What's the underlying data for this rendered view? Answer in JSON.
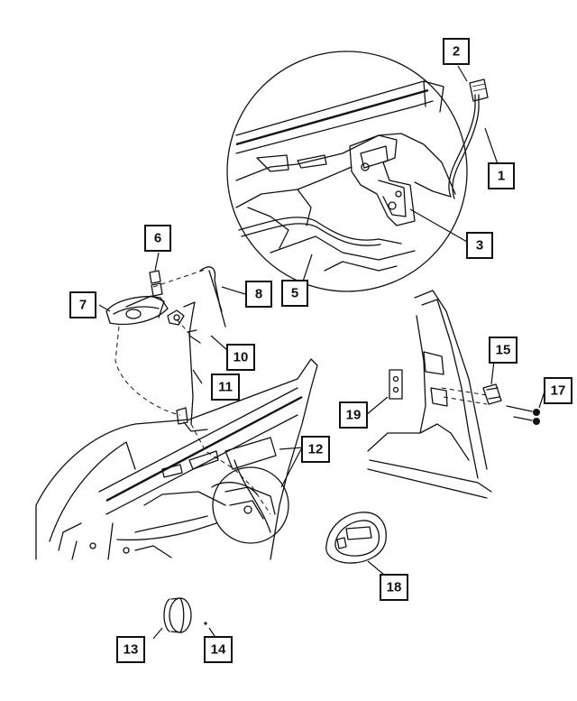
{
  "callouts": [
    {
      "id": "c1",
      "label": "1"
    },
    {
      "id": "c2",
      "label": "2"
    },
    {
      "id": "c3",
      "label": "3"
    },
    {
      "id": "c5",
      "label": "5"
    },
    {
      "id": "c6",
      "label": "6"
    },
    {
      "id": "c7",
      "label": "7"
    },
    {
      "id": "c8",
      "label": "8"
    },
    {
      "id": "c10",
      "label": "10"
    },
    {
      "id": "c11",
      "label": "11"
    },
    {
      "id": "c12",
      "label": "12"
    },
    {
      "id": "c13",
      "label": "13"
    },
    {
      "id": "c14",
      "label": "14"
    },
    {
      "id": "c15",
      "label": "15"
    },
    {
      "id": "c17",
      "label": "17"
    },
    {
      "id": "c18",
      "label": "18"
    },
    {
      "id": "c19",
      "label": "19"
    }
  ]
}
